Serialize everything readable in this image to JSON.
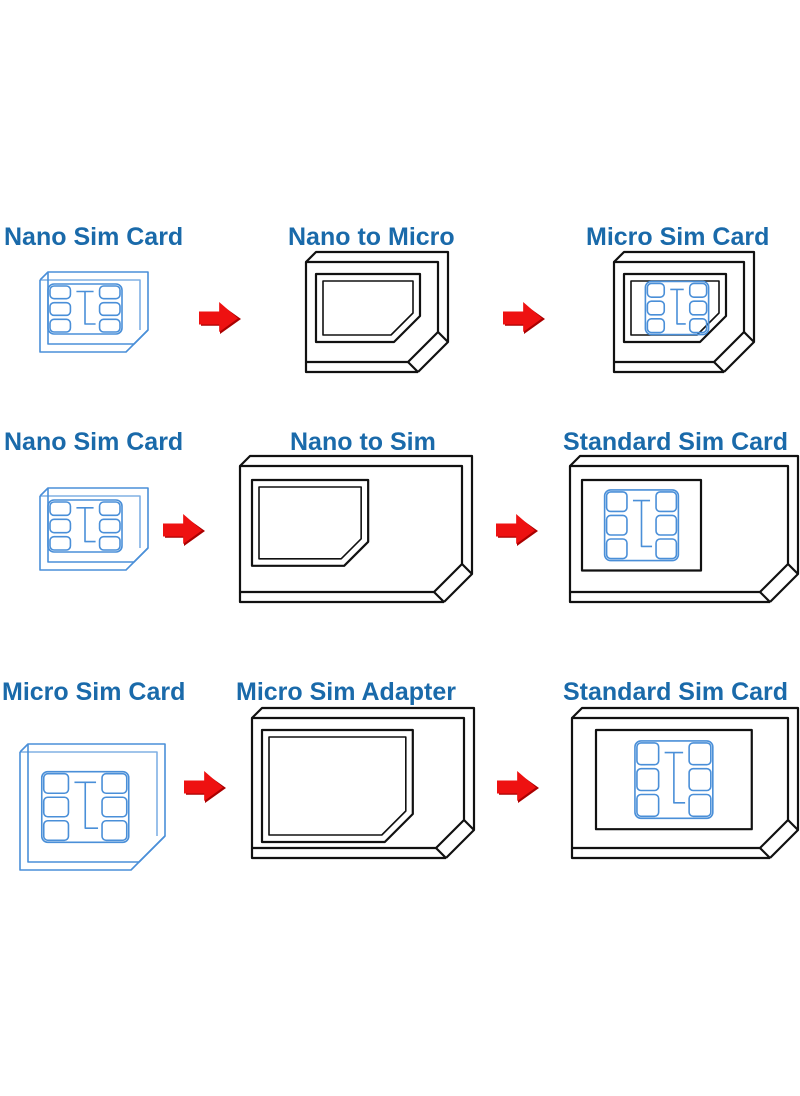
{
  "colors": {
    "label": "#1a6aaa",
    "sim_outline": "#4a8fd8",
    "adapter_outline": "#111111",
    "arrow": "#ee1111",
    "arrow_shade": "#aa0000"
  },
  "rows": [
    {
      "source_label": "Nano Sim Card",
      "adapter_label": "Nano to Micro",
      "result_label": "Micro Sim Card"
    },
    {
      "source_label": "Nano Sim Card",
      "adapter_label": "Nano to Sim",
      "result_label": "Standard Sim Card"
    },
    {
      "source_label": "Micro Sim Card",
      "adapter_label": "Micro Sim Adapter",
      "result_label": "Standard Sim Card"
    }
  ],
  "icons": {
    "sim_card": "sim-card-icon",
    "adapter": "sim-adapter-icon",
    "arrow": "arrow-right-icon"
  }
}
